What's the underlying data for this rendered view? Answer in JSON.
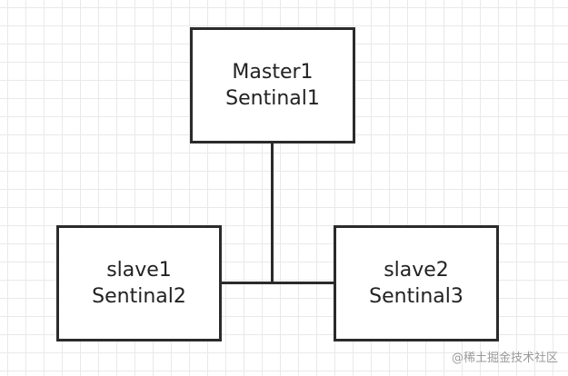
{
  "diagram": {
    "nodes": [
      {
        "id": "master",
        "lines": [
          "Master1",
          "Sentinal1"
        ]
      },
      {
        "id": "slave1",
        "lines": [
          "slave1",
          "Sentinal2"
        ]
      },
      {
        "id": "slave2",
        "lines": [
          "slave2",
          "Sentinal3"
        ]
      }
    ],
    "edges": [
      {
        "from": "master",
        "to": "slave1"
      },
      {
        "from": "master",
        "to": "slave2"
      }
    ]
  },
  "watermark": "@稀土掘金技术社区",
  "colors": {
    "border": "#2b2b2b",
    "text": "#222222",
    "grid": "#e9e9e9",
    "watermark": "#9a9a9a"
  }
}
